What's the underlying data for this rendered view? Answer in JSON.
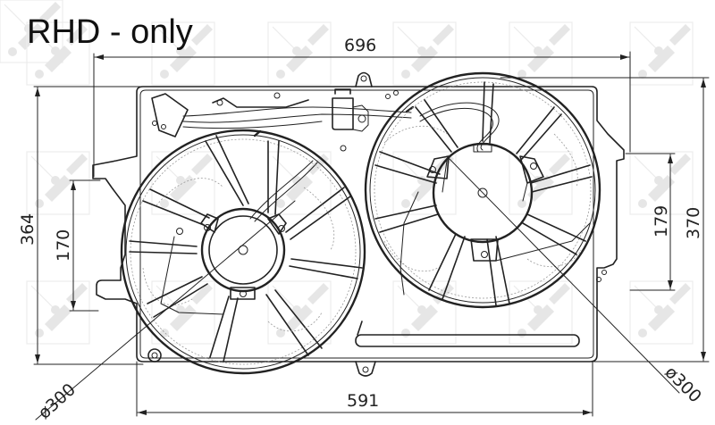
{
  "title": "RHD - only",
  "watermark": {
    "text": "NRF",
    "color": "#e6e6e6"
  },
  "dimensions": {
    "overall_width": "696",
    "shroud_width": "591",
    "left_height": "364",
    "left_mount_height": "170",
    "right_height": "370",
    "right_mount_height": "179",
    "left_fan_diameter": "ø300",
    "right_fan_diameter": "ø300"
  },
  "parts": {
    "left_fan": {
      "label": "left-fan",
      "diameter_mm": 300,
      "blades": 9
    },
    "right_fan": {
      "label": "right-fan",
      "diameter_mm": 300,
      "blades": 9
    },
    "connector": "connector-plug",
    "resistor": "fan-resistor"
  }
}
